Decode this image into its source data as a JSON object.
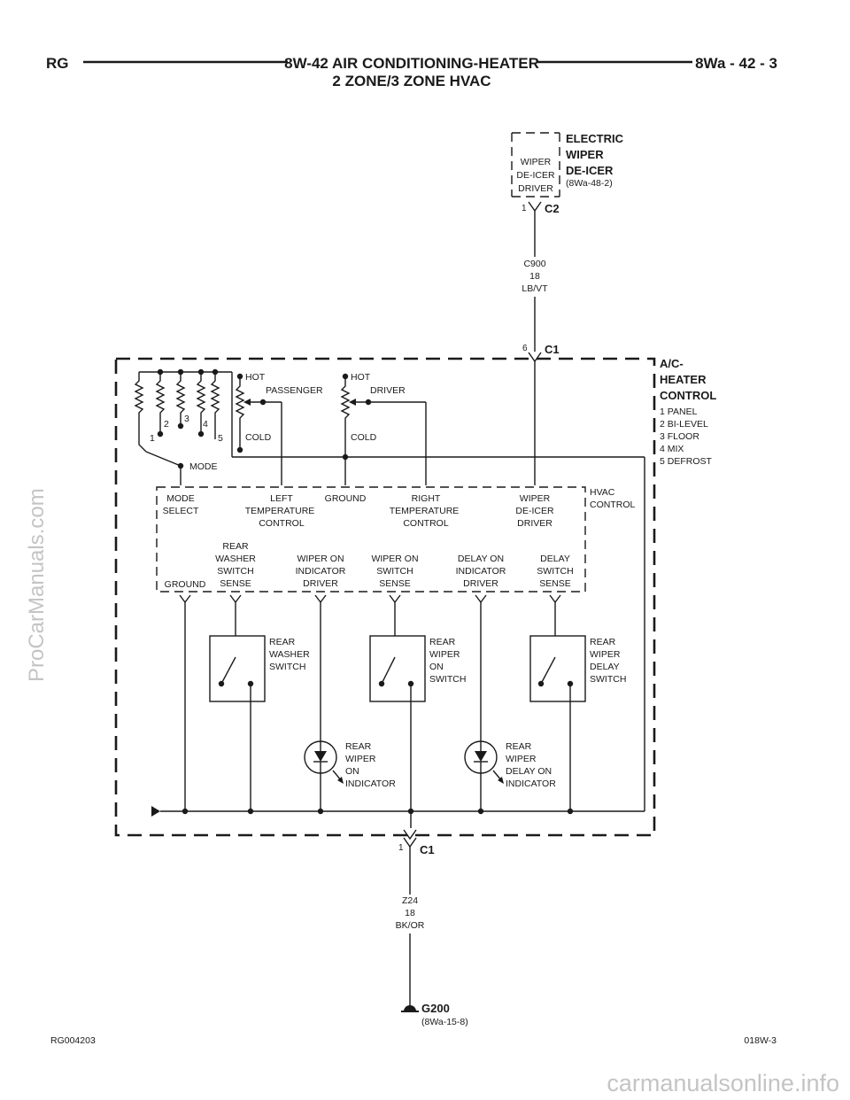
{
  "header": {
    "left": "RG",
    "title_line1": "8W-42 AIR CONDITIONING-HEATER",
    "title_line2": "2 ZONE/3 ZONE HVAC",
    "right": "8Wa - 42 - 3"
  },
  "deicer": {
    "title": [
      "ELECTRIC",
      "WIPER",
      "DE-ICER"
    ],
    "ref": "(8Wa-48-2)",
    "inner": [
      "WIPER",
      "DE-ICER",
      "DRIVER"
    ],
    "connector": "C2",
    "pin": "1"
  },
  "wire_c900": {
    "circuit": "C900",
    "gauge": "18",
    "color": "LB/VT"
  },
  "control_connector_top": {
    "name": "C1",
    "pin": "6"
  },
  "ac_heater_control": {
    "title": [
      "A/C-",
      "HEATER",
      "CONTROL"
    ],
    "modes": [
      "1 PANEL",
      "2 BI-LEVEL",
      "3 FLOOR",
      "4 MIX",
      "5 DEFROST"
    ]
  },
  "mode_switch": {
    "positions": [
      "1",
      "2",
      "3",
      "4",
      "5"
    ],
    "label": "MODE"
  },
  "temperature": {
    "hot": "HOT",
    "cold": "COLD",
    "passenger": "PASSENGER",
    "driver": "DRIVER"
  },
  "hvac_control": {
    "title": [
      "HVAC",
      "CONTROL"
    ],
    "row1": [
      [
        "MODE",
        "SELECT"
      ],
      [
        "LEFT",
        "TEMPERATURE",
        "CONTROL"
      ],
      [
        "GROUND"
      ],
      [
        "RIGHT",
        "TEMPERATURE",
        "CONTROL"
      ],
      [
        "WIPER",
        "DE-ICER",
        "DRIVER"
      ]
    ],
    "row2": [
      [
        "GROUND"
      ],
      [
        "REAR",
        "WASHER",
        "SWITCH",
        "SENSE"
      ],
      [
        "WIPER ON",
        "INDICATOR",
        "DRIVER"
      ],
      [
        "WIPER ON",
        "SWITCH",
        "SENSE"
      ],
      [
        "DELAY ON",
        "INDICATOR",
        "DRIVER"
      ],
      [
        "DELAY",
        "SWITCH",
        "SENSE"
      ]
    ]
  },
  "switches": [
    [
      "REAR",
      "WASHER",
      "SWITCH"
    ],
    [
      "REAR",
      "WIPER",
      "ON",
      "SWITCH"
    ],
    [
      "REAR",
      "WIPER",
      "DELAY",
      "SWITCH"
    ]
  ],
  "indicators": [
    [
      "REAR",
      "WIPER",
      "ON",
      "INDICATOR"
    ],
    [
      "REAR",
      "WIPER",
      "DELAY ON",
      "INDICATOR"
    ]
  ],
  "control_connector_bottom": {
    "name": "C1",
    "pin": "1"
  },
  "wire_z24": {
    "circuit": "Z24",
    "gauge": "18",
    "color": "BK/OR"
  },
  "ground": {
    "name": "G200",
    "ref": "(8Wa-15-8)"
  },
  "footer": {
    "left": "RG004203",
    "right": "018W-3"
  },
  "watermarks": {
    "side": "ProCarManuals.com",
    "bottom": "carmanualsonline.info"
  }
}
